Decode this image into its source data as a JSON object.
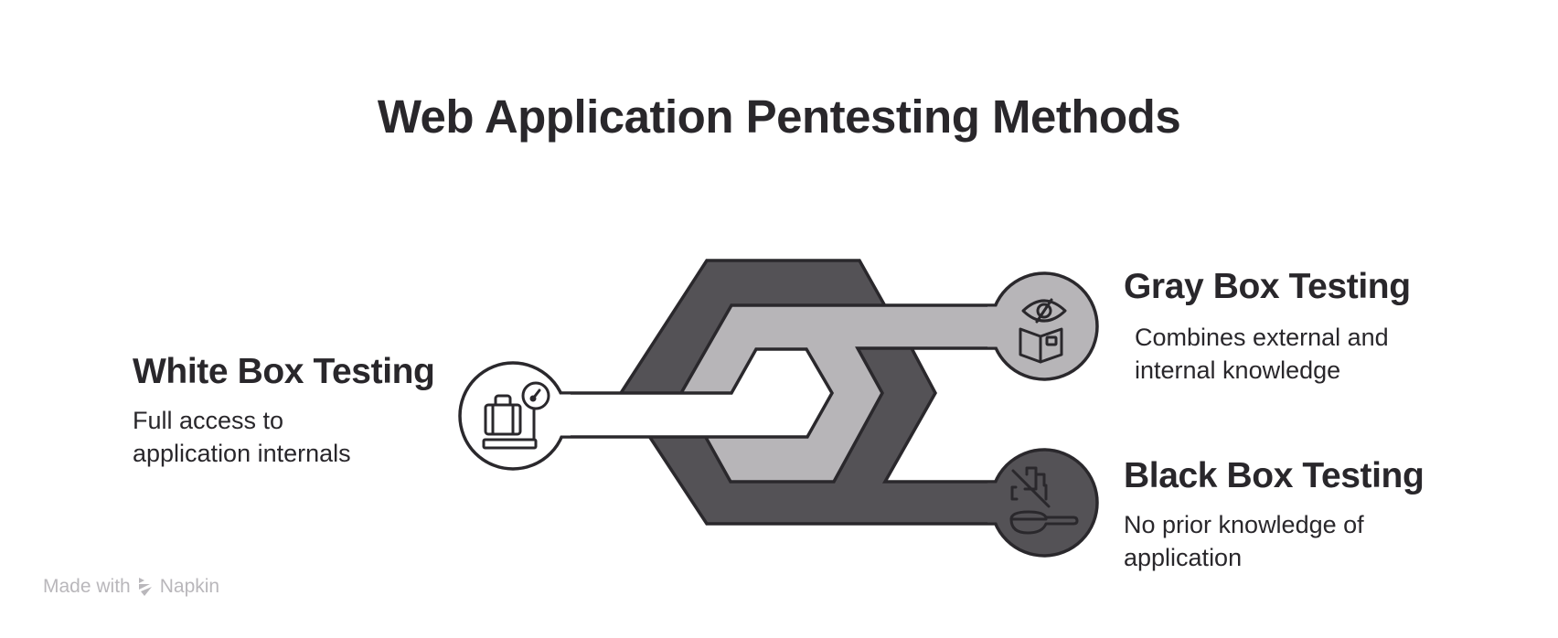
{
  "title": "Web Application Pentesting Methods",
  "colors": {
    "stroke": "#2a282c",
    "white_fill": "#ffffff",
    "gray_fill": "#b7b5b8",
    "dark_fill": "#545256",
    "text": "#29272b",
    "footer_text": "#b9b7bb"
  },
  "methods": [
    {
      "id": "white-box",
      "title": "White Box Testing",
      "description": "Full access to application internals",
      "description_lines": [
        "Full access to",
        "application internals"
      ],
      "icon": "luggage-scale-icon",
      "color": "white"
    },
    {
      "id": "gray-box",
      "title": "Gray Box Testing",
      "description": "Combines external and internal knowledge",
      "description_lines": [
        "Combines external and",
        "internal knowledge"
      ],
      "icon": "eye-slash-open-box-icon",
      "color": "gray"
    },
    {
      "id": "black-box",
      "title": "Black Box Testing",
      "description": "No prior knowledge of application",
      "description_lines": [
        "No prior knowledge of",
        "application"
      ],
      "icon": "blocks-slash-spoon-icon",
      "color": "dark"
    }
  ],
  "footer": {
    "made_with": "Made with",
    "brand": "Napkin",
    "icon": "napkin-logo-icon"
  }
}
